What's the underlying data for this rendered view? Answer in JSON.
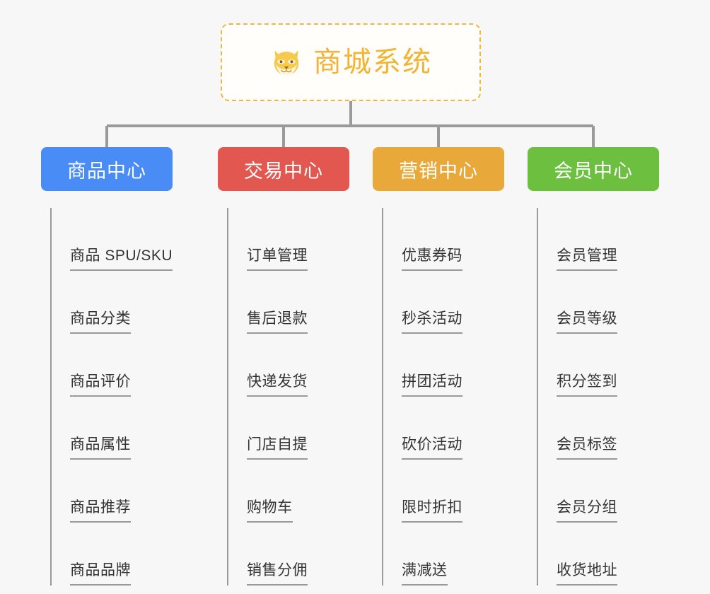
{
  "page": {
    "background_color": "#f7f7f7",
    "type": "mindmap-tree"
  },
  "root": {
    "title": "商城系统",
    "icon": "shiba-dog-face-icon",
    "border_color": "#f0b840",
    "text_color": "#f2b434",
    "background_color": "#fffefb"
  },
  "connector": {
    "color": "#9a9a9a"
  },
  "columns": [
    {
      "id": "product-center",
      "title": "商品中心",
      "color": "#4a8cf5",
      "items": [
        "商品 SPU/SKU",
        "商品分类",
        "商品评价",
        "商品属性",
        "商品推荐",
        "商品品牌"
      ]
    },
    {
      "id": "trade-center",
      "title": "交易中心",
      "color": "#e2574f",
      "items": [
        "订单管理",
        "售后退款",
        "快递发货",
        "门店自提",
        "购物车",
        "销售分佣"
      ]
    },
    {
      "id": "marketing-center",
      "title": "营销中心",
      "color": "#e9a93a",
      "items": [
        "优惠券码",
        "秒杀活动",
        "拼团活动",
        "砍价活动",
        "限时折扣",
        "满减送"
      ]
    },
    {
      "id": "member-center",
      "title": "会员中心",
      "color": "#6dbf40",
      "items": [
        "会员管理",
        "会员等级",
        "积分签到",
        "会员标签",
        "会员分组",
        "收货地址"
      ]
    }
  ]
}
